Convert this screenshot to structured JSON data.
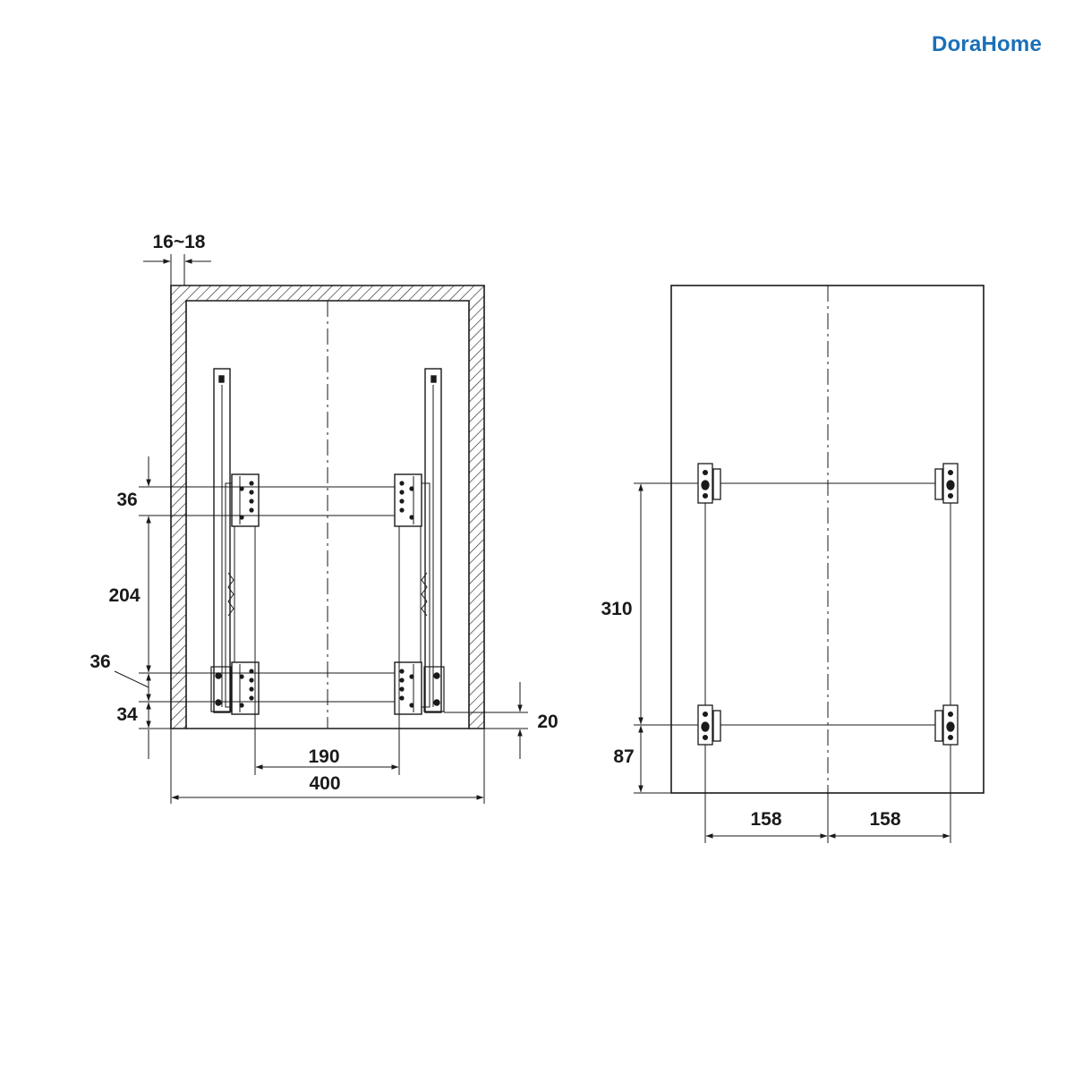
{
  "brand": {
    "logo_text": "DoraHome",
    "color": "#1b6fb8"
  },
  "line_color": "#1a1a1a",
  "dimensions": {
    "side_thickness": "16~18",
    "rail_spacing": "190",
    "cabinet_width": "400",
    "bracket_pitch_top": "36",
    "bracket_gap": "204",
    "bracket_pitch_bottom": "36",
    "bottom_offset": "34",
    "floor_offset": "20",
    "front_vertical_spacing": "310",
    "front_bottom_offset": "87",
    "front_left_half": "158",
    "front_right_half": "158"
  }
}
